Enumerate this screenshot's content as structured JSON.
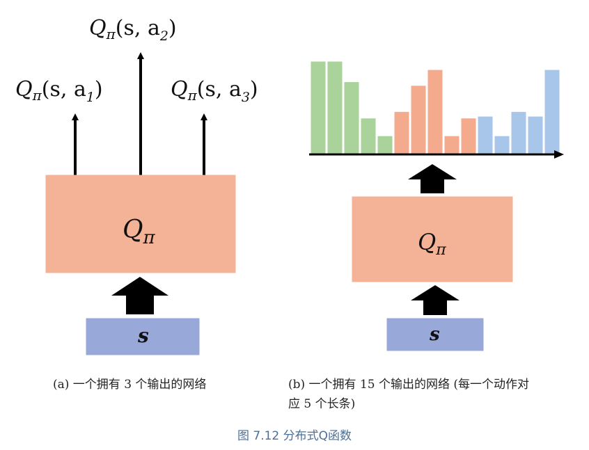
{
  "panel_a": {
    "outputs": [
      {
        "base": "Q",
        "pi": "π",
        "args": "(s, a",
        "sub": "1",
        "close": ")"
      },
      {
        "base": "Q",
        "pi": "π",
        "args": "(s, a",
        "sub": "2",
        "close": ")"
      },
      {
        "base": "Q",
        "pi": "π",
        "args": "(s, a",
        "sub": "3",
        "close": ")"
      }
    ],
    "network_label": {
      "base": "Q",
      "pi": "π"
    },
    "input_label": "s",
    "caption": "(a) 一个拥有 3 个输出的网络"
  },
  "panel_b": {
    "network_label": {
      "base": "Q",
      "pi": "π"
    },
    "input_label": "s",
    "caption_line1": "(b) 一个拥有 15 个输出的网络 (每一个动作对",
    "caption_line2": "应 5 个长条)"
  },
  "figure_caption": "图 7.12 分布式Q函数",
  "colors": {
    "network_box": "#f4b396",
    "input_box": "#97a8d9",
    "action1": "#a9d39a",
    "action2": "#f4aa8c",
    "action3": "#a8c6ea"
  },
  "chart_data": {
    "type": "bar",
    "series": [
      {
        "values": [
          1.0,
          1.0,
          0.78,
          0.39,
          0.2
        ]
      },
      {
        "values": [
          0.46,
          0.74,
          0.91,
          0.2,
          0.39
        ]
      },
      {
        "values": [
          0.41,
          0.2,
          0.46,
          0.41,
          0.91
        ]
      }
    ],
    "ylim": [
      0,
      1
    ]
  }
}
